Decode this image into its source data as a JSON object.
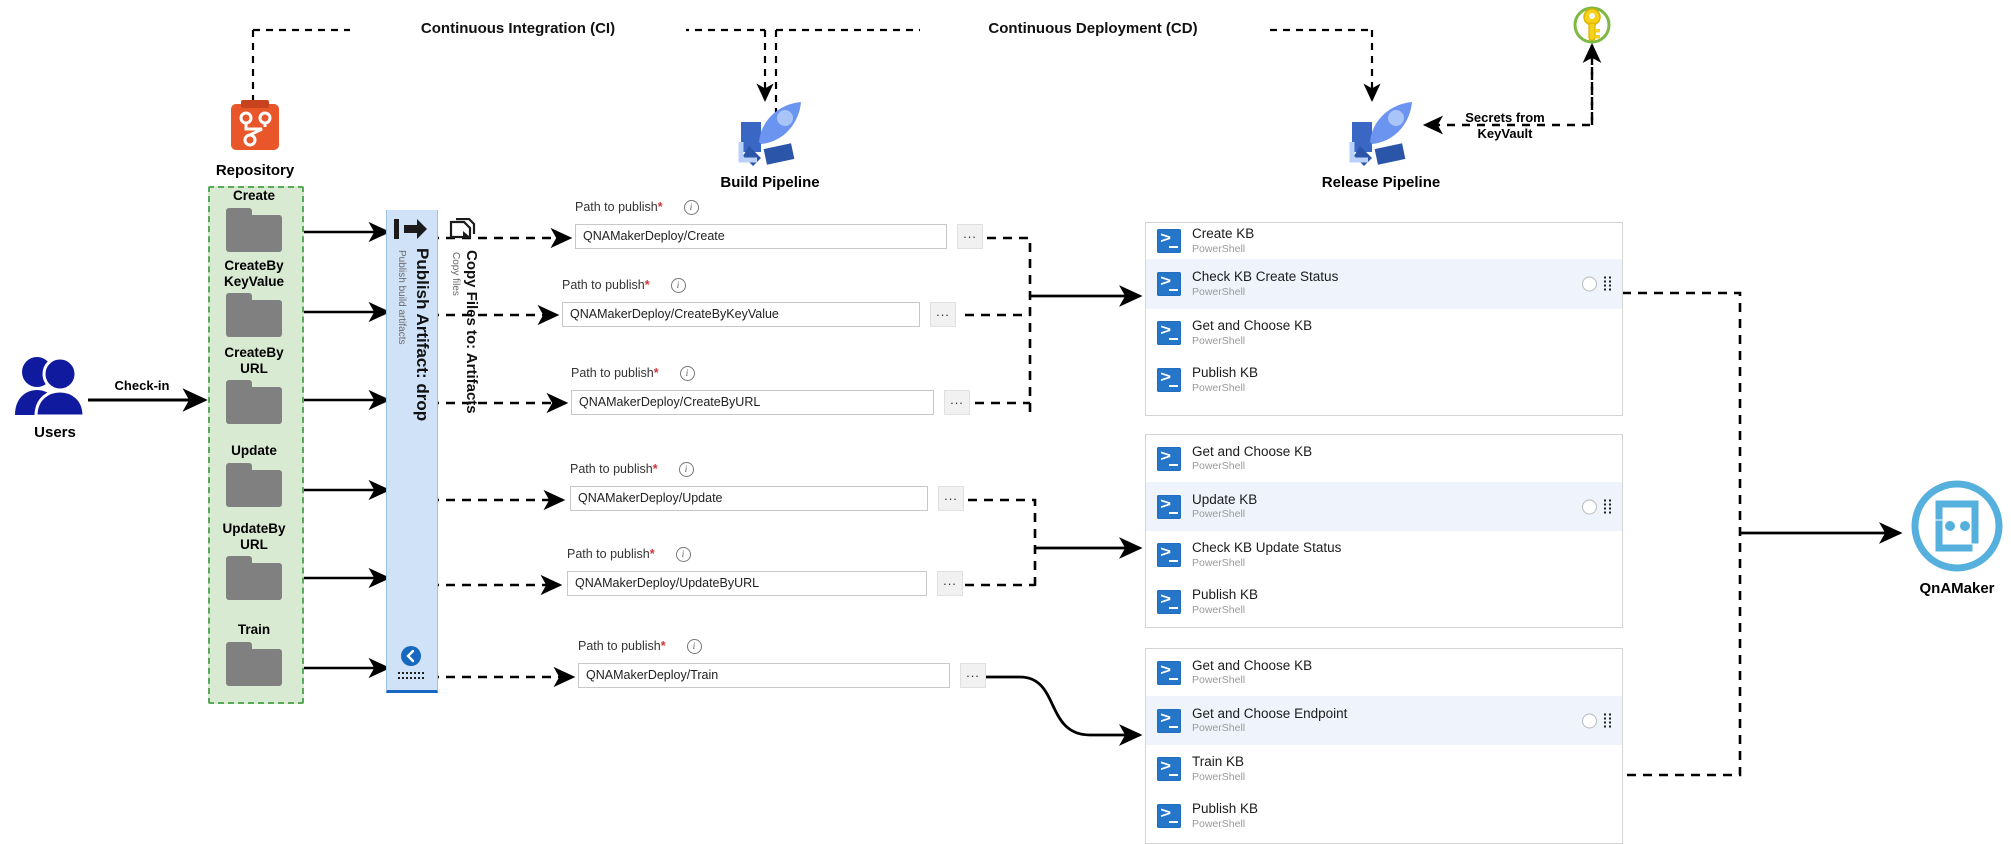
{
  "phases": {
    "ci_label": "Continuous Integration (CI)",
    "cd_label": "Continuous Deployment (CD)"
  },
  "actors": {
    "users_label": "Users",
    "checkin_label": "Check-in",
    "repository_label": "Repository",
    "build_pipeline_label": "Build Pipeline",
    "release_pipeline_label": "Release Pipeline",
    "keyvault_label": "Secrets from\nKeyVault",
    "keyvault_line1": "Secrets from",
    "keyvault_line2": "KeyVault",
    "qnamaker_label": "QnAMaker"
  },
  "repository": {
    "folders": [
      {
        "name": "Create"
      },
      {
        "name": "CreateBy\nKeyValue",
        "line1": "CreateBy",
        "line2": "KeyValue"
      },
      {
        "name": "CreateBy\nURL",
        "line1": "CreateBy",
        "line2": "URL"
      },
      {
        "name": "Update"
      },
      {
        "name": "UpdateBy\nURL",
        "line1": "UpdateBy",
        "line2": "URL"
      },
      {
        "name": "Train"
      }
    ]
  },
  "build_tasks": {
    "publish_artifact": {
      "title": "Publish Artifact: drop",
      "subtitle": "Publish build artifacts"
    },
    "copy_files": {
      "title": "Copy Files to: Artifacts",
      "subtitle": "Copy files"
    }
  },
  "path_fields": [
    {
      "label": "Path to publish",
      "required": "*",
      "value": "QNAMakerDeploy/Create",
      "more": "..."
    },
    {
      "label": "Path to publish",
      "required": "*",
      "value": "QNAMakerDeploy/CreateByKeyValue",
      "more": "..."
    },
    {
      "label": "Path to publish",
      "required": "*",
      "value": "QNAMakerDeploy/CreateByURL",
      "more": "..."
    },
    {
      "label": "Path to publish",
      "required": "*",
      "value": "QNAMakerDeploy/Update",
      "more": "..."
    },
    {
      "label": "Path to publish",
      "required": "*",
      "value": "QNAMakerDeploy/UpdateByURL",
      "more": "..."
    },
    {
      "label": "Path to publish",
      "required": "*",
      "value": "QNAMakerDeploy/Train",
      "more": "..."
    }
  ],
  "release_groups": [
    {
      "tasks": [
        {
          "title": "Create KB",
          "subtitle": "PowerShell",
          "selected": false
        },
        {
          "title": "Check KB Create Status",
          "subtitle": "PowerShell",
          "selected": true
        },
        {
          "title": "Get and Choose KB",
          "subtitle": "PowerShell",
          "selected": false
        },
        {
          "title": "Publish KB",
          "subtitle": "PowerShell",
          "selected": false
        }
      ]
    },
    {
      "tasks": [
        {
          "title": "Get and Choose KB",
          "subtitle": "PowerShell",
          "selected": false
        },
        {
          "title": "Update KB",
          "subtitle": "PowerShell",
          "selected": true
        },
        {
          "title": "Check KB Update Status",
          "subtitle": "PowerShell",
          "selected": false
        },
        {
          "title": "Publish KB",
          "subtitle": "PowerShell",
          "selected": false
        }
      ]
    },
    {
      "tasks": [
        {
          "title": "Get and Choose KB",
          "subtitle": "PowerShell",
          "selected": false
        },
        {
          "title": "Get and Choose Endpoint",
          "subtitle": "PowerShell",
          "selected": true
        },
        {
          "title": "Train KB",
          "subtitle": "PowerShell",
          "selected": false
        },
        {
          "title": "Publish KB",
          "subtitle": "PowerShell",
          "selected": false
        }
      ]
    }
  ],
  "icons": {
    "repository": "git-repo-icon",
    "build_pipeline": "azure-pipelines-rocket-icon",
    "release_pipeline": "azure-pipelines-rocket-icon",
    "keyvault": "key-icon",
    "qnamaker": "qnamaker-bot-icon",
    "users": "users-icon",
    "publish_artifact": "publish-artifact-icon",
    "copy_files": "copy-files-icon",
    "powershell": "powershell-icon",
    "collapse": "collapse-chevron-icon"
  },
  "colors": {
    "repo_group_bg": "#d9ead3",
    "repo_group_border": "#5aa95a",
    "publish_bar_bg": "#cfe2f7",
    "publish_bar_accent": "#1668c1",
    "powershell_blue": "#2575c9",
    "selected_task_bg": "#eff4fc",
    "repository_orange": "#e8562a",
    "pipeline_blue": "#5b8def",
    "qnamaker_blue": "#56b0dd",
    "keyvault_yellow": "#f6d117",
    "keyvault_green": "#7db843",
    "users_blue": "#101a9e"
  }
}
